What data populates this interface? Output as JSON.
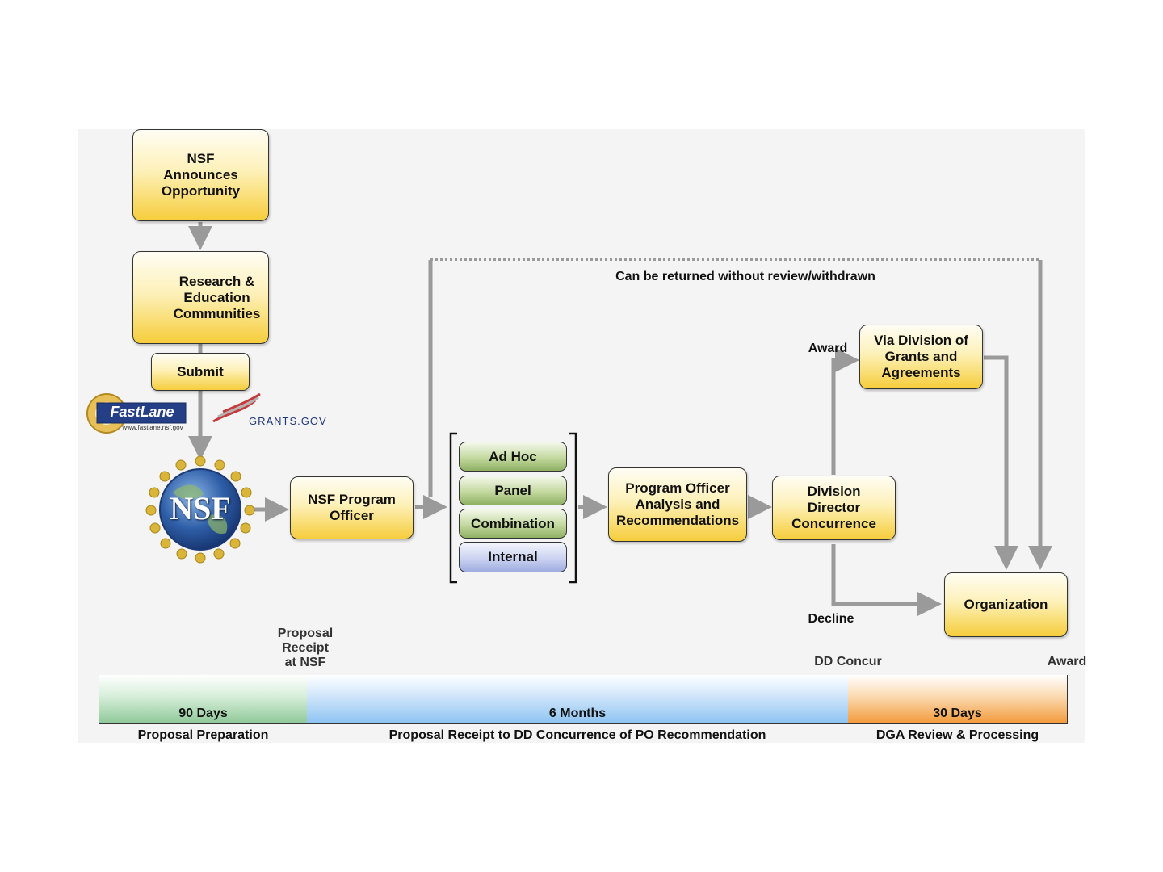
{
  "nodes": {
    "announce": "NSF\nAnnounces\nOpportunity",
    "research": "Research &\nEducation\nCommunities",
    "submit": "Submit",
    "program_officer": "NSF Program\nOfficer",
    "review_types": [
      "Ad Hoc",
      "Panel",
      "Combination",
      "Internal"
    ],
    "po_analysis": "Program Officer\nAnalysis and\nRecommendations",
    "dd_concurrence": "Division\nDirector\nConcurrence",
    "dga": "Via Division of\nGrants and\nAgreements",
    "organization": "Organization"
  },
  "logos": {
    "fastlane": "FastLane",
    "fastlane_url": "www.fastlane.nsf.gov",
    "grants_gov": "GRANTS.GOV",
    "nsf": "NSF"
  },
  "edge_labels": {
    "returned": "Can be returned without review/withdrawn",
    "award": "Award",
    "decline": "Decline"
  },
  "timeline": {
    "markers": {
      "proposal_receipt": "Proposal\nReceipt\nat NSF",
      "dd_concur": "DD Concur",
      "award": "Award"
    },
    "phases": [
      {
        "duration": "90 Days",
        "caption": "Proposal Preparation"
      },
      {
        "duration": "6 Months",
        "caption": "Proposal Receipt to DD Concurrence of PO Recommendation"
      },
      {
        "duration": "30 Days",
        "caption": "DGA Review & Processing"
      }
    ]
  },
  "colors": {
    "node_gold": "#f6cd3c",
    "arrow_gray": "#9a9a9a",
    "phase_green": "#8fc89a",
    "phase_blue": "#8dc3f2",
    "phase_orange": "#f39a3a"
  }
}
